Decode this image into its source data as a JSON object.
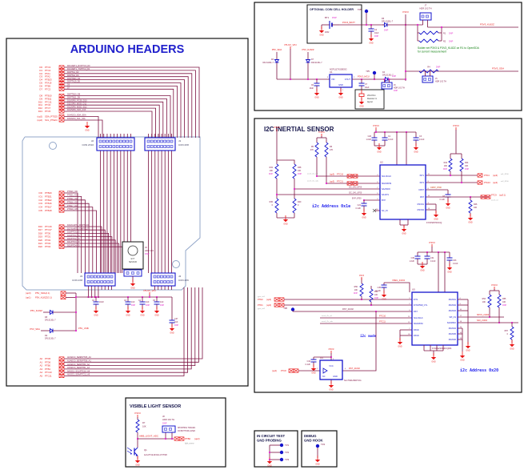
{
  "colors": {
    "wire": "#7c1040",
    "red": "#e81515",
    "blue": "#1414cc",
    "magenta": "#e020c8",
    "green": "#0b7d0b",
    "outline": "#93a7c9",
    "title_blue": "#2020cc",
    "ink": "#15154a"
  },
  "common": {
    "gnd": "GND",
    "p3v3": "P3V3",
    "dnp": "DNP"
  },
  "arduino": {
    "title": "ARDUINO HEADERS",
    "connectors": [
      {
        "ref": "J2",
        "type": "CON 2X10"
      },
      {
        "ref": "J1",
        "type": "CON 2X8"
      },
      {
        "ref": "J3",
        "type": "CON 2X8"
      },
      {
        "ref": "J4",
        "type": "CON 2X6"
      }
    ],
    "j9": {
      "ref": "J9",
      "type": "HDR 1X3",
      "l1": "EXT",
      "l2": "SENSOR"
    },
    "rowsA": [
      {
        "a": "D0",
        "p": "PTC3",
        "net": "D0/UART1_RX/PTC3_D0"
      },
      {
        "a": "D1",
        "p": "PTC4",
        "net": "D1/UART1_TX/PTC4_D1"
      },
      {
        "a": "D2",
        "p": "PTA1",
        "net": "D2/PTA1_D2"
      },
      {
        "a": "D3",
        "p": "PTA2",
        "net": "D3/PTA2_D3"
      },
      {
        "a": "D4",
        "p": "PTB23",
        "net": "D4/PTB23_D4"
      },
      {
        "a": "D5",
        "p": "PTA19",
        "net": "D5/PTA19_D5"
      },
      {
        "a": "D6",
        "p": "PTB9",
        "net": "D6"
      },
      {
        "a": "D7",
        "p": "PTC2",
        "net": "D7"
      }
    ],
    "rowsB": [
      {
        "a": "D8",
        "p": "PTB10",
        "net": "D8/PTB10_D8"
      },
      {
        "a": "D9",
        "p": "PTB11",
        "net": "D9/PTB11_D9"
      },
      {
        "a": "D10",
        "p": "PTC11",
        "net": "D10/SPI0_PCS0_D10"
      },
      {
        "a": "D11",
        "p": "PTC6",
        "net": "D11/SPI0_MOSI_D11"
      },
      {
        "a": "D12",
        "p": "PTC7",
        "net": "D12/SPI0_MISO_D12"
      },
      {
        "a": "D13",
        "p": "PTC5",
        "net": "D13/SPI0_SCK_D13"
      }
    ],
    "rowsC": [
      {
        "a": "(up2)",
        "p": "SDA_PTE25",
        "net": "D14/I2C0_SDA_SDA"
      },
      {
        "a": "(up2)",
        "p": "SCL_PTE24",
        "net": "D15/I2C0_SCL_SCL"
      }
    ],
    "rowsD": [
      {
        "a": "IO0",
        "p": "PTB20",
        "net": "PTB20_IO0"
      },
      {
        "a": "IO1",
        "p": "PTB21",
        "net": "PTB21_IO1"
      },
      {
        "a": "IO2",
        "p": "PTB22",
        "net": "PTB22_IO2"
      },
      {
        "a": "IO3",
        "p": "PTB16",
        "net": "PTB16_IO3"
      },
      {
        "a": "IO4",
        "p": "PTB17",
        "net": "PTB17_IO4"
      },
      {
        "a": "IO5",
        "p": "PTB18",
        "net": "PTB18_IO5"
      }
    ],
    "rowsE": [
      {
        "a": "D16",
        "p": "PTC16",
        "net": "D16/UART3_RX/PTC16"
      },
      {
        "a": "D17",
        "p": "PTC17",
        "net": "D17/UART3_TX/PTC17"
      },
      {
        "a": "D18",
        "p": "PTD0",
        "net": "D18/PTD0_IO"
      },
      {
        "a": "D19",
        "p": "PTD1",
        "net": "D19/PTD1_IO"
      },
      {
        "a": "D20",
        "p": "PTD2",
        "net": "D20/PTD2_IO"
      },
      {
        "a": "D21",
        "p": "PTD3",
        "net": "D21/PTD3_IO"
      },
      {
        "a": "D22",
        "p": "PTD4",
        "net": "D22/PTD4_IO"
      }
    ],
    "rowsF": [
      {
        "a": "A0",
        "p": "PTD5",
        "net": "A0/ADC0_SE6B/PTD5_A0"
      },
      {
        "a": "A1",
        "p": "PTD6",
        "net": "A1/ADC0_SE7B/PTD6_A1"
      },
      {
        "a": "A2",
        "p": "PTB0",
        "net": "A2/ADC0_SE8/PTB0_A2"
      },
      {
        "a": "A3",
        "p": "PTB1",
        "net": "A3/ADC0_SE9/PTB1_A3"
      },
      {
        "a": "A4",
        "p": "PTC10",
        "net": "A4/I2C1_SCL/PTC10_A4"
      },
      {
        "a": "A5",
        "p": "PTC11",
        "net": "A5/I2C1_SDA/PTC11_A5"
      }
    ],
    "ups": [
      {
        "u": "(up3)",
        "net": "P5V_SDA(2.1)"
      },
      {
        "u": "(up1)",
        "net": "P5V_KL82Z(3.1)"
      }
    ],
    "pwr": {
      "vin": "P5-9V_VIN",
      "usb": "P5V_USB",
      "sda": "P5V_SDA",
      "kl": "P5V_KL82Z",
      "c2": {
        "ref": "C2",
        "val": "10UF"
      },
      "c3": {
        "ref": "C3",
        "val": "1UF"
      },
      "c4": {
        "ref": "C4",
        "val": "1UF"
      },
      "c5": {
        "ref": "C5",
        "val": "1UF"
      },
      "c37": {
        "ref": "C37",
        "val": "1UF"
      },
      "d8": {
        "ref": "D8",
        "part": "DFLS130L-7"
      },
      "d9": {
        "ref": "D9",
        "part": "DFLS130L-7"
      }
    }
  },
  "pwr": {
    "coin_title": "OPTIONAL COIN CELL HOLDER",
    "bt1": "BT1",
    "bt1_part": "2032",
    "batt": "P3V3_BATT",
    "tp6": "TP6",
    "tp5": "TP5",
    "c2": {
      "ref": "C2",
      "val": "10uF"
    },
    "d6": {
      "ref": "D6",
      "part": "DFLS130L-7"
    },
    "j7": {
      "ref": "J7",
      "type": "HDR 1X2 TH"
    },
    "kl": "P3V3_KL82Z",
    "r1": "R1",
    "r2": "R2",
    "note1": "Solder net P3V3 & P3V3_KL82Z on R1 to OpenSDA",
    "note2": "for current measurement",
    "vin": "P5-9V_VIN",
    "sda5": "P5V_SDA",
    "kl5": "P5V_KL82Z",
    "d3": {
      "ref": "D3",
      "part": "DFLS130L-7"
    },
    "d7": {
      "ref": "D7",
      "part": "DFLS130L-7"
    },
    "u1": {
      "ref": "U1",
      "part": "NCP1117X330ESG",
      "vin": "VIN",
      "vout": "VOUT",
      "gnd": "GND",
      "n3": "3",
      "n2": "2",
      "n1": "1"
    },
    "c6": {
      "ref": "C6",
      "val": "10uF"
    },
    "mcu": "P3V3_MCU",
    "c7": {
      "ref": "C7",
      "val": "10uF"
    },
    "shunt1": "20mOhm",
    "shunt2": "Resistor in",
    "shunt3": "layout",
    "d4": {
      "ref": "D4",
      "part": "DFLS130L-7"
    },
    "j6": {
      "ref": "J6",
      "type": "HDR 1X2 TH"
    },
    "r4": "R4",
    "j5": {
      "ref": "J5",
      "type": "HDR 1X2 TH"
    },
    "sda3": "P3V3_SDA"
  },
  "imu": {
    "title": "I2C INERTIAL SENSOR",
    "addr1": "i2c Address 0x1e",
    "addr2": "i2c Address 0x20",
    "mode": "i2c mode",
    "u2": {
      "ref": "U2",
      "part": "FXOS8700CQ",
      "lpins": [
        {
          "n": "4",
          "l": "SCL/SCLK"
        },
        {
          "n": "6",
          "l": "SDA/MOSI"
        },
        {
          "n": "7",
          "l": "SA2/SDO"
        },
        {
          "n": "5",
          "l": "SA1/CS"
        },
        {
          "n": "2",
          "l": "BYP"
        },
        {
          "n": "16",
          "l": "NC_15"
        }
      ],
      "rpins": [
        {
          "n": "11",
          "l": "INT1"
        },
        {
          "n": "9",
          "l": "INT2"
        },
        {
          "n": "8",
          "l": "CRST"
        },
        {
          "n": "10",
          "l": "RST"
        },
        {
          "n": "3",
          "l": "RSVD1"
        },
        {
          "n": "13",
          "l": "RSVD2"
        }
      ]
    },
    "r5": {
      "ref": "R5",
      "val": "47K"
    },
    "r6": {
      "ref": "R6",
      "val": "47K"
    },
    "r34": {
      "ref": "R34",
      "val": "10K"
    },
    "r38": {
      "ref": "R38",
      "val": "10K"
    },
    "r36": {
      "ref": "R36",
      "val": "0"
    },
    "r40": {
      "ref": "R40",
      "val": "0"
    },
    "r42": {
      "ref": "R42",
      "val": "10K"
    },
    "r44": {
      "ref": "R44",
      "val": "10K"
    },
    "r46": {
      "ref": "R46",
      "val": "10K"
    },
    "c26": {
      "ref": "C26",
      "val": "1.0UF"
    },
    "c1": {
      "ref": "C1",
      "val": "0.1UF"
    },
    "c3": {
      "ref": "C3",
      "val": "0.1UF"
    },
    "c21": {
      "ref": "C21",
      "val": "0.1UF"
    },
    "c8": {
      "ref": "C8",
      "val": "0.1UF"
    },
    "scl_alias": "accel_i2c_scl",
    "sda_alias": "accel_i2c_sda",
    "up3": "(up3)",
    "scl_pin": "PTC10",
    "sda_pin": "PTC11",
    "sa2": "I2C_SA2_8700",
    "sa1": "I2C_SA1_8700",
    "byp": "BYP_8700",
    "crst": "CRST_8700",
    "int1_pin": "PTD4",
    "int2_pin": "PTA13",
    "int1_alias": "int1_8700",
    "int2_alias": "int2_8700",
    "rst_pin": "PTC9",
    "rst_up": "(up3.1)",
    "rst_alias": "accel_rst",
    "u5": {
      "ref": "U5",
      "part": "FXAS21002CQR1",
      "lpins": [
        {
          "n": "3",
          "l": "INT1"
        },
        {
          "n": "2",
          "l": "INT2/PWR_CTL"
        },
        {
          "n": "4",
          "l": "RST"
        },
        {
          "n": "11",
          "l": "SCL/SCLK"
        },
        {
          "n": "12",
          "l": "SDA/MOSI"
        },
        {
          "n": "7",
          "l": "RSVD"
        },
        {
          "n": "20",
          "l": "RSVD"
        }
      ],
      "rpins": [
        {
          "n": "6",
          "l": "RSVD01"
        },
        {
          "n": "9",
          "l": "RSVD02"
        },
        {
          "n": "10",
          "l": "RSVD03"
        },
        {
          "n": "17",
          "l": "SPI_CS"
        },
        {
          "n": "18",
          "l": "SA0/MISO"
        },
        {
          "n": "15",
          "l": "RSVD04"
        },
        {
          "n": "16",
          "l": "RSVD05"
        },
        {
          "n": "19",
          "l": "RSVD06"
        }
      ]
    },
    "c30": {
      "ref": "C30",
      "val": "1.0UF"
    },
    "c31": {
      "ref": "C31",
      "val": "0.1UF"
    },
    "c33": {
      "ref": "C33",
      "val": "0.1UF"
    },
    "c35": {
      "ref": "C35",
      "val": "0.1UF"
    },
    "vreg": "VREG_21002",
    "gy1_alias": "gyro_int1",
    "gy2_alias": "gyro_int2",
    "gy1_pin": "PTD2",
    "gy2_pin": "PTD1",
    "tp8": "TP8",
    "rst21002": "RST_21002",
    "r50": {
      "ref": "R50",
      "val": "10K"
    },
    "r52": {
      "ref": "R52",
      "val": "10K"
    },
    "r53": {
      "ref": "R53",
      "val": "10K"
    },
    "r55": {
      "ref": "R55",
      "val": "10K"
    },
    "r57": {
      "ref": "R57",
      "val": "0"
    },
    "spcs": "SPCS_21002",
    "sa0": "SA0_21002",
    "u4": {
      "ref": "U4",
      "part": "NL17SZ126DFT2G",
      "vcc": "VCC",
      "gnd": "GND",
      "nc": "NC",
      "n2": "2",
      "n4": "4",
      "n5": "5"
    },
    "c10": {
      "ref": "C10",
      "val": "0.1UF"
    },
    "u4_up": "(up4)",
    "u4_pin": "PTC8"
  },
  "light": {
    "title": "VISIBLE LIGHT SENSOR",
    "r7": {
      "ref": "R7",
      "val": "10K"
    },
    "j8": {
      "ref": "J8",
      "type": "HDR 1X2 TH"
    },
    "note1": "SHORTING TRACES",
    "note2": "ON BOTTOM LAYER",
    "net": "AMB_LIGHT_ADC",
    "pin": "PTB0",
    "up": "(up2)",
    "alias": "light_sense",
    "q1": {
      "ref": "Q1",
      "part": "ALS-PT19-315C/L177/TR8"
    }
  },
  "ict": {
    "title1": "IN CIRCUIT TEST",
    "title2": "GND PROBING",
    "tps": [
      "TP1",
      "TP2",
      "TP3"
    ]
  },
  "dbg": {
    "title1": "DEBUG",
    "title2": "GND HOOK",
    "tp": "TP4"
  }
}
